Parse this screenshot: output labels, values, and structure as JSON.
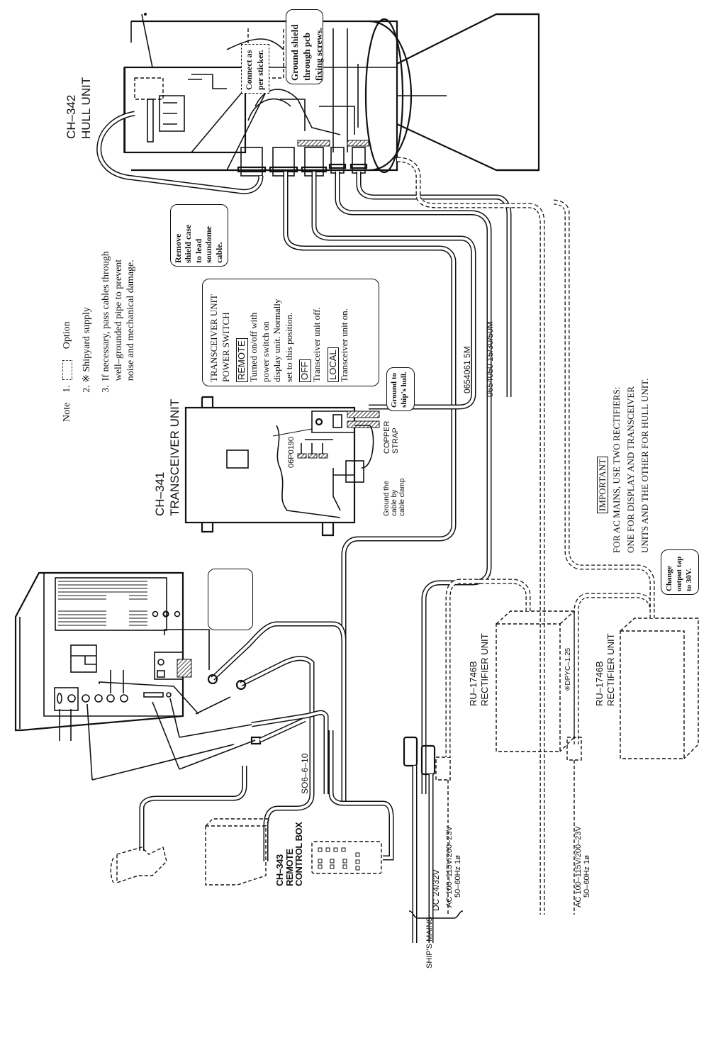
{
  "notes": {
    "heading": "Note",
    "items": [
      {
        "num": "1.",
        "text": "Option"
      },
      {
        "num": "2.",
        "text": "※ Shipyard supply"
      },
      {
        "num": "3.",
        "text": "If necessary, pass cables through",
        "line2": "well–grounded pipe to prevent",
        "line3": "noise and mechanical damage."
      }
    ]
  },
  "units": {
    "hull": {
      "model": "CH–342",
      "name": "HULL UNIT"
    },
    "transceiver": {
      "model": "CH–341",
      "name": "TRANSCEIVER UNIT",
      "pcb": "06P0190"
    },
    "remote": {
      "model": "CH–343",
      "name1": "REMOTE",
      "name2": "CONTROL BOX"
    },
    "rectifier1": {
      "model": "RU–1746B",
      "name": "RECTIFIER UNIT"
    },
    "rectifier2": {
      "model": "RU–1746B",
      "name": "RECTIFIER UNIT"
    }
  },
  "callouts": {
    "ground_shield": [
      "Ground shield",
      "through pcb",
      "fixing screws."
    ],
    "connect_sticker": [
      "Connect as",
      "per sticker."
    ],
    "remove_shield": [
      "Remove",
      "shield case",
      "to lead",
      "soundome",
      "cable."
    ],
    "ground_hull": [
      "Ground to",
      "ship's hull."
    ],
    "change_tap": [
      "Change",
      "output tap",
      "to 30V."
    ],
    "power_switch": {
      "title1": "TRANSCEIVER UNIT",
      "title2": "POWER SWITCH",
      "remote_label": "REMOTE",
      "remote_text": [
        "Turned on/off with",
        "power switch on",
        "display unit.  Normally",
        "set to this position."
      ],
      "off_label": "OFF",
      "off_text": "Transceiver unit off.",
      "local_label": "LOCAL",
      "local_text": "Transceiver unit on."
    }
  },
  "labels": {
    "copper_strap": [
      "COPPER",
      "STRAP"
    ],
    "ground_clamp": [
      "Ground  the",
      "cable  by",
      "cable clamp"
    ],
    "cable_5m": "0654061  5M",
    "cable_long": "0654050  15/30/50M",
    "cable_so6": "SO6–6–10",
    "dpyc": "※DPYC–1.25"
  },
  "important": {
    "label": "IMPORTANT",
    "lines": [
      "FOR AC MAINS, USE TWO RECTIFIERS:",
      "ONE FOR DISPLAY AND TRANSCEIVER",
      "UNITS AND THE OTHER FOR HULL UNIT."
    ]
  },
  "mains": {
    "title": "SHIP'S MAINS",
    "dc": "DC  24/32V",
    "ac1_line1": "AC 100–115V/200–23V",
    "ac1_line2": "50–60Hz  1ø",
    "ac2_line1": "AC 100–115V/200–23V",
    "ac2_line2": "50–60Hz  1ø"
  }
}
